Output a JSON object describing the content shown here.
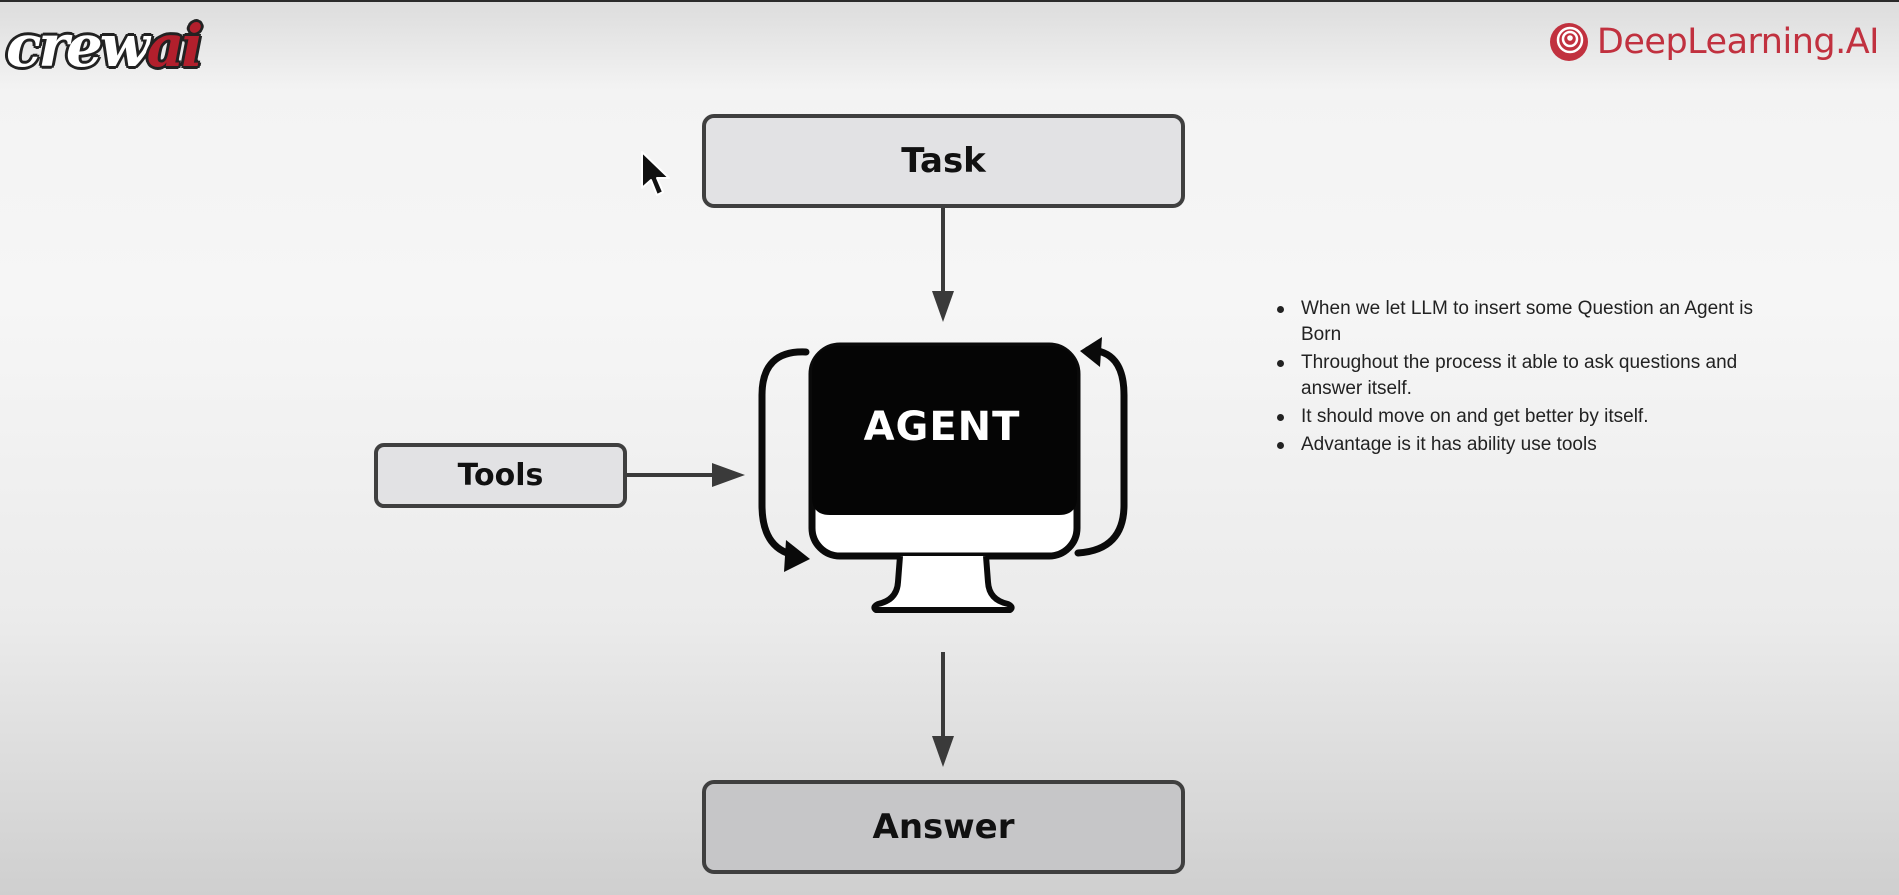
{
  "logos": {
    "left": {
      "text_main": "crew",
      "text_accent": "ai"
    },
    "right": {
      "text": "DeepLearning.AI",
      "brand_color": "#c1313f"
    }
  },
  "diagram": {
    "task_label": "Task",
    "tools_label": "Tools",
    "agent_label": "AGENT",
    "answer_label": "Answer"
  },
  "notes": [
    "When we let LLM to insert some Question an Agent is Born",
    "Throughout the process it able to ask questions and answer itself.",
    "It should move on and get better by itself.",
    "Advantage is it has ability use tools"
  ],
  "icons": {
    "agent": "monitor-icon",
    "loop": "cycle-arrows-icon",
    "pointer": "mouse-cursor-icon"
  }
}
